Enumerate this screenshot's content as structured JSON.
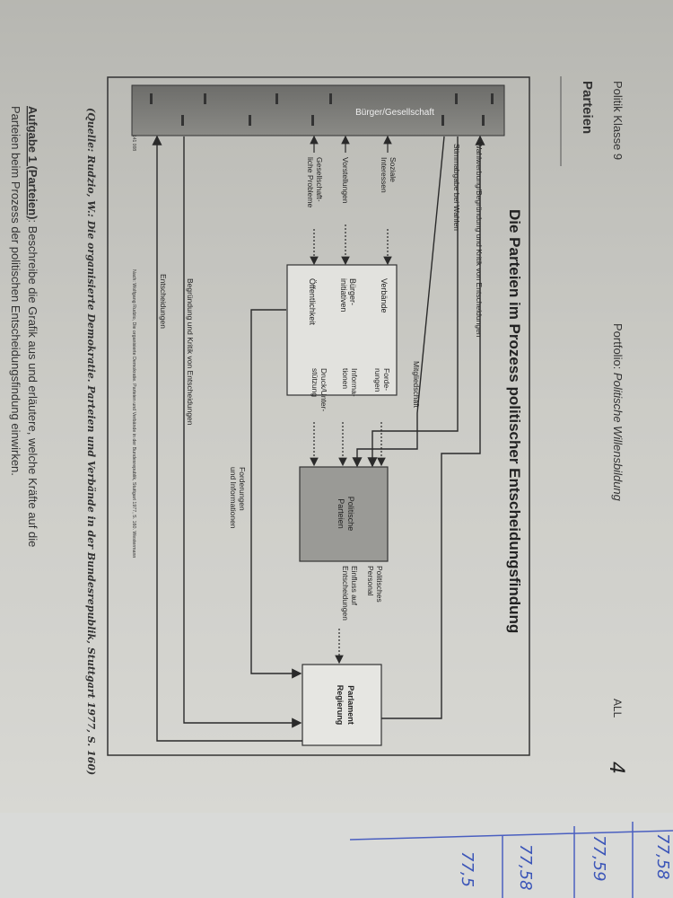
{
  "header": {
    "course": "Politik Klasse 9",
    "portfolio_prefix": "Portfolio: ",
    "portfolio_title": "Politische Willensbildung",
    "level": "ALL",
    "page_number_handwritten": "4",
    "section_title": "Parteien"
  },
  "diagram": {
    "title": "Die Parteien im Prozess politischer Entscheidungsfindung",
    "citizens_box": "Bürger/Gesellschaft",
    "associations_box": [
      "Verbände",
      "Bürger-",
      "initiativen",
      "Öffentlichkeit"
    ],
    "parties_box": [
      "Politische",
      "Parteien"
    ],
    "parliament_box": [
      "Parlament",
      "Regierung"
    ],
    "top_flows": {
      "campaign": "Wahlwerbung/Begründung und Kritik von Entscheidungen",
      "voting": "Stimmabgabe bei Wahlen",
      "membership": "Mitgliedschaft"
    },
    "citizen_inputs": [
      [
        "Soziale",
        "Interessen"
      ],
      [
        "Vorstellungen"
      ],
      [
        "Gesellschaft-",
        "liche Probleme"
      ]
    ],
    "association_outputs": [
      [
        "Forde-",
        "rungen"
      ],
      [
        "Informa-",
        "tionen"
      ],
      [
        "Druck/Unter-",
        "stützung"
      ]
    ],
    "party_outputs": [
      [
        "Politisches",
        "Personal"
      ],
      [
        "Einfluss auf",
        "Entscheidungen"
      ]
    ],
    "bottom_flows": {
      "demands": [
        "Forderungen",
        "und Informationen"
      ],
      "justification": "Begründung und Kritik von Entscheidungen",
      "decisions": "Entscheidungen"
    },
    "credit": "Nach: Wolfgang Rudzio, Die organisierte Demokratie. Parteien und Verbände in der Bundesrepublik, Stuttgart 1977, S. 160. Westermann",
    "code": "141 008"
  },
  "source": "(Quelle: Rudzio, W.: Die organisierte Demokratie. Parteien und Verbände in der Bundesrepublik, Stuttgart 1977, S. 160)",
  "task": {
    "label": "Aufgabe 1 (Parteien)",
    "line1": ": Beschreibe die Grafik aus und erläutere, welche Kräfte auf die",
    "line2": "Parteien beim Prozess der politischen Entscheidungsfindung einwirken."
  },
  "notebook_tabs": [
    "77,58",
    "77,5",
    "77,59",
    "77,58"
  ]
}
